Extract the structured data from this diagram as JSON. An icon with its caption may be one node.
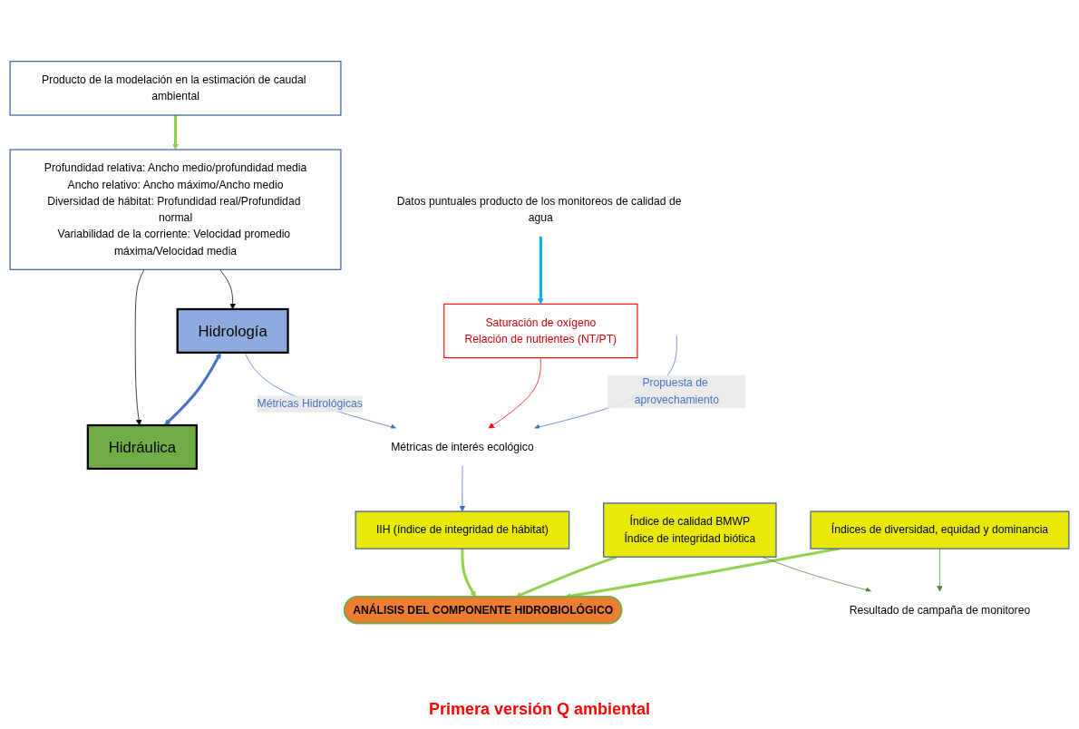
{
  "diagram": {
    "nodes": [
      {
        "text": [
          "Producto de la modelación en la estimación de caudal ambiental"
        ]
      },
      {
        "text": [
          "Profundidad relativa: Ancho medio/profundidad media",
          "Ancho relativo: Ancho máximo/Ancho medio",
          "Diversidad de hábitat: Profundidad real/Profundidad normal",
          "Variabilidad de la corriente: Velocidad promedio máxima/Velocidad media"
        ]
      },
      {
        "text": [
          "Hidrología"
        ]
      },
      {
        "text": [
          "Hidráulica"
        ]
      },
      {
        "text": [
          "Métricas de interés ecológico"
        ]
      },
      {
        "text": [
          "Saturación de oxígeno",
          "Relación de nutrientes (NT/PT)"
        ]
      },
      {
        "text": [
          "Datos puntuales producto de los monitoreos de calidad de agua"
        ]
      },
      {
        "text": [
          "IIH (índice de integridad de hábitat)"
        ]
      },
      {
        "text": [
          "ANÁLISIS DEL COMPONENTE HIDROBIOLÓGICO"
        ]
      },
      {
        "text": [
          "Índice de calidad BMWP",
          "Índice de integridad biótica"
        ]
      },
      {
        "text": [
          "Índices de diversidad, equidad y dominancia"
        ]
      },
      {
        "text": [
          "Resultado de campaña de monitoreo"
        ]
      }
    ],
    "edges": [
      {
        "from": 0,
        "to": 1,
        "arrow": "to",
        "style": "thick",
        "color": "#92d050"
      },
      {
        "from": 1,
        "to": 2,
        "arrow": "to",
        "color": "#000000"
      },
      {
        "from": 1,
        "to": 3,
        "arrow": "to",
        "color": "#000000"
      },
      {
        "from": 2,
        "to": 3,
        "arrow": "both",
        "style": "thick",
        "color": "#4472c4"
      },
      {
        "from": 2,
        "to": 4,
        "arrow": "to",
        "label": "Métricas Hidrológicas",
        "color": "#4472c4"
      },
      {
        "from": 5,
        "to": 4,
        "arrow": "to",
        "color": "#ff0000"
      },
      {
        "from": null,
        "to": 4,
        "arrow": "to",
        "label": "Propuesta de aprovechamiento",
        "color": "#4472c4"
      },
      {
        "from": 6,
        "to": 5,
        "arrow": "to",
        "style": "thick",
        "color": "#00b0f0"
      },
      {
        "from": 4,
        "to": 7,
        "arrow": "to",
        "color": "#4472c4"
      },
      {
        "from": 7,
        "to": 8,
        "arrow": "to",
        "style": "thick",
        "color": "#92d050"
      },
      {
        "from": 9,
        "to": 8,
        "arrow": "to",
        "style": "thick",
        "color": "#92d050"
      },
      {
        "from": 10,
        "to": 8,
        "arrow": "to",
        "style": "thick",
        "color": "#92d050"
      },
      {
        "from": 9,
        "to": 11,
        "arrow": "to",
        "color": "#548235"
      },
      {
        "from": 10,
        "to": 11,
        "arrow": "to",
        "color": "#548235"
      }
    ],
    "labels": [
      "Primera versión Q ambiental"
    ]
  }
}
